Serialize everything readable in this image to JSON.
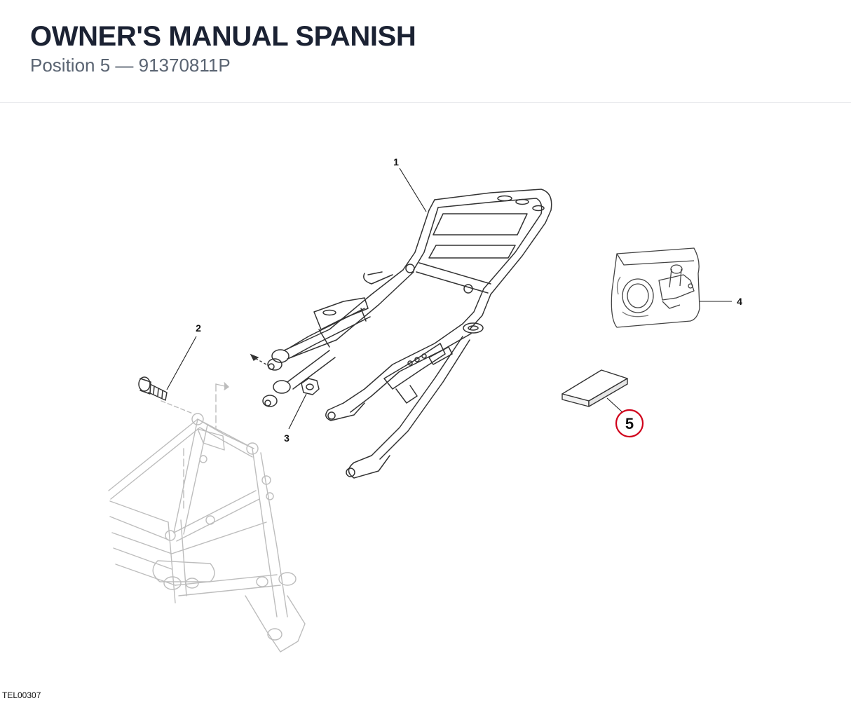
{
  "header": {
    "title": "OWNER'S MANUAL SPANISH",
    "subtitle": "Position 5 — 91370811P"
  },
  "diagram": {
    "callouts": [
      {
        "label": "1"
      },
      {
        "label": "2"
      },
      {
        "label": "3"
      },
      {
        "label": "4"
      },
      {
        "label": "5",
        "highlighted": true
      }
    ],
    "highlight_color": "#d0021b",
    "figure_code": "TEL00307"
  }
}
